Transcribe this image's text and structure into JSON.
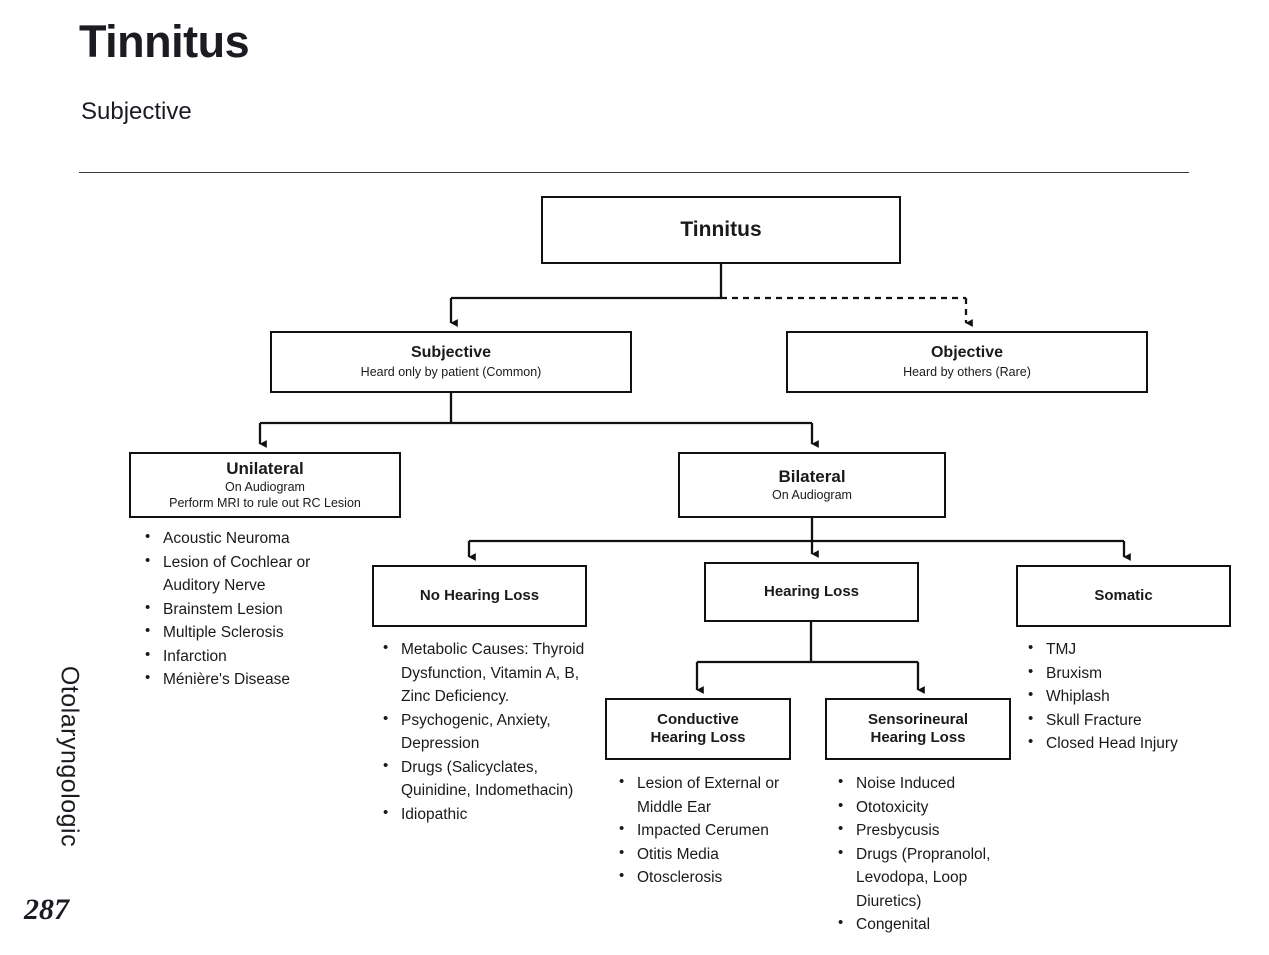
{
  "header": {
    "title": "Tinnitus",
    "subtitle": "Subjective"
  },
  "side": {
    "section_label": "Otolaryngologic",
    "page_number": "287"
  },
  "chart_data": {
    "type": "diagram",
    "title": "Tinnitus",
    "nodes": {
      "root": {
        "title": "Tinnitus",
        "subtitle": ""
      },
      "subjective": {
        "title": "Subjective",
        "subtitle": "Heard only by patient (Common)"
      },
      "objective": {
        "title": "Objective",
        "subtitle": "Heard by others (Rare)"
      },
      "unilateral": {
        "title": "Unilateral",
        "subtitle": "On Audiogram",
        "subtitle2": "Perform MRI to rule out RC Lesion"
      },
      "bilateral": {
        "title": "Bilateral",
        "subtitle": "On Audiogram"
      },
      "no_hearing_loss": {
        "title": "No Hearing Loss",
        "subtitle": ""
      },
      "hearing_loss": {
        "title": "Hearing Loss",
        "subtitle": ""
      },
      "somatic": {
        "title": "Somatic",
        "subtitle": ""
      },
      "conductive": {
        "title_line1": "Conductive",
        "title_line2": "Hearing Loss"
      },
      "sensorineural": {
        "title_line1": "Sensorineural",
        "title_line2": "Hearing Loss"
      }
    },
    "lists": {
      "unilateral": [
        "Acoustic Neuroma",
        "Lesion of Cochlear or Auditory Nerve",
        "Brainstem Lesion",
        "Multiple Sclerosis",
        "Infarction",
        "Ménière's Disease"
      ],
      "no_hearing_loss": [
        "Metabolic Causes: Thyroid Dysfunction, Vitamin A, B, Zinc Deficiency.",
        "Psychogenic, Anxiety, Depression",
        "Drugs (Salicyclates, Quinidine, Indomethacin)",
        "Idiopathic"
      ],
      "conductive": [
        "Lesion of External or Middle Ear",
        "Impacted Cerumen",
        "Otitis Media",
        "Otosclerosis"
      ],
      "sensorineural": [
        "Noise Induced",
        "Ototoxicity",
        "Presbycusis",
        "Drugs (Propranolol, Levodopa, Loop Diuretics)",
        "Congenital"
      ],
      "somatic": [
        "TMJ",
        "Bruxism",
        "Whiplash",
        "Skull Fracture",
        "Closed Head Injury"
      ]
    },
    "edges": [
      {
        "from": "root",
        "to": "subjective",
        "style": "solid"
      },
      {
        "from": "root",
        "to": "objective",
        "style": "dashed"
      },
      {
        "from": "subjective",
        "to": "unilateral",
        "style": "solid"
      },
      {
        "from": "subjective",
        "to": "bilateral",
        "style": "solid"
      },
      {
        "from": "bilateral",
        "to": "no_hearing_loss",
        "style": "solid"
      },
      {
        "from": "bilateral",
        "to": "hearing_loss",
        "style": "solid"
      },
      {
        "from": "bilateral",
        "to": "somatic",
        "style": "solid"
      },
      {
        "from": "hearing_loss",
        "to": "conductive",
        "style": "solid"
      },
      {
        "from": "hearing_loss",
        "to": "sensorineural",
        "style": "solid"
      }
    ],
    "colors": {
      "line": "#111111",
      "box_border": "#111111",
      "text": "#1a1a1a",
      "background": "#ffffff"
    }
  }
}
